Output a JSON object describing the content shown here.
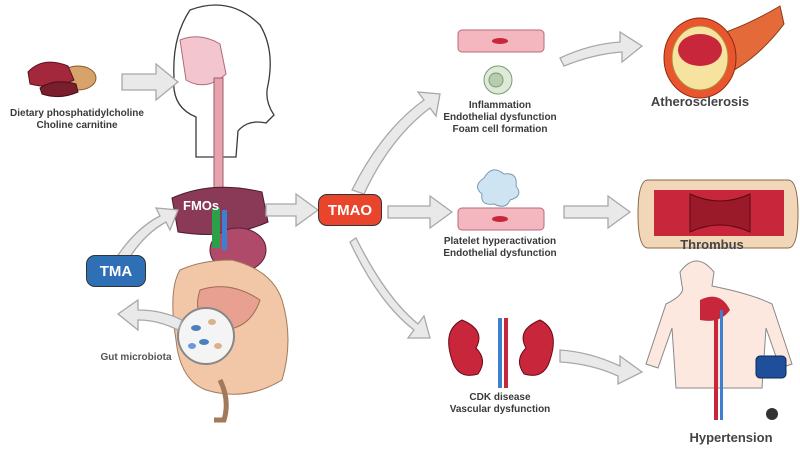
{
  "labels": {
    "diet_line1": "Dietary phosphatidylcholine",
    "diet_line2": "Choline carnitine",
    "fmos": "FMOs",
    "tma": "TMA",
    "tmao": "TMAO",
    "gut_microbiota": "Gut microbiota",
    "inflammation_line1": "Inflammation",
    "inflammation_line2": "Endothelial dysfunction",
    "inflammation_line3": "Foam cell formation",
    "atherosclerosis": "Atherosclerosis",
    "platelet_line1": "Platelet hyperactivation",
    "platelet_line2": "Endothelial dysfunction",
    "thrombus": "Thrombus",
    "cdk_line1": "CDK disease",
    "cdk_line2": "Vascular dysfunction",
    "hypertension": "Hypertension"
  },
  "colors": {
    "tma_pill": "#2f6fb5",
    "tmao_pill": "#e8452c",
    "arrow_fill": "#e9e9e9",
    "arrow_stroke": "#a8a8a8",
    "vessel_red": "#c8263a",
    "cell_pink": "#f4b6bf"
  },
  "icons": [
    "food-icon",
    "head-profile-icon",
    "digestive-system-icon",
    "gut-microbiota-magnifier-icon",
    "endothelial-cell-icon",
    "macrophage-icon",
    "platelet-icon",
    "artery-plaque-icon",
    "thrombus-vessel-icon",
    "kidneys-icon",
    "body-blood-pressure-icon"
  ]
}
